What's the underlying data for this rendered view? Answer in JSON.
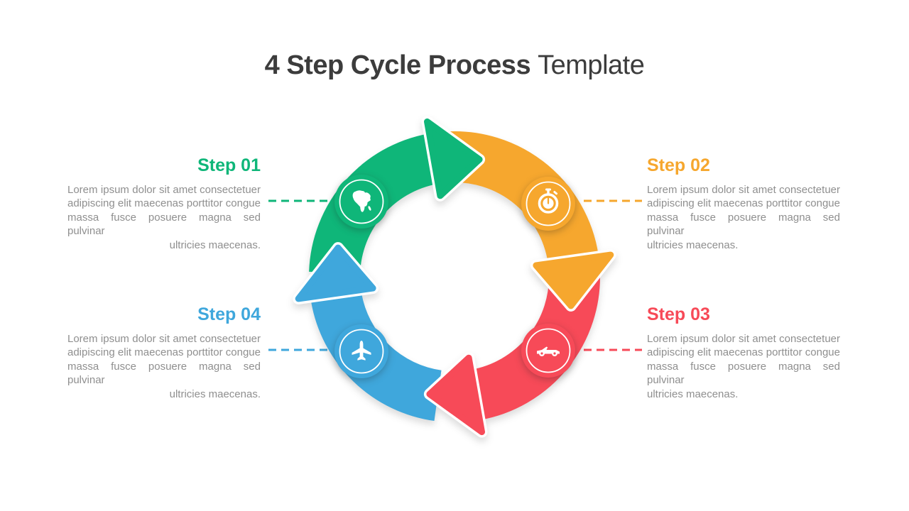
{
  "slide": {
    "title": {
      "bold": "4 Step Cycle Process",
      "regular": "Template"
    }
  },
  "colors": {
    "title": "#3c3c3c",
    "body": "#8f8f8f",
    "background": "#ffffff"
  },
  "description_lines": [
    "Lorem ipsum dolor sit amet consectetuer",
    "adipiscing elit maecenas porttitor congue",
    "massa fusce posuere magna sed pulvinar",
    "ultricies maecenas."
  ],
  "description": "Lorem ipsum dolor sit amet consectetuer adipiscing elit maecenas porttitor congue massa fusce posuere magna sed pulvinar ultricies maecenas.",
  "steps": [
    {
      "label": "Step 01",
      "color": "#0FB679",
      "icon": "africa-map-icon"
    },
    {
      "label": "Step 02",
      "color": "#F6A72E",
      "icon": "stopwatch-icon"
    },
    {
      "label": "Step 03",
      "color": "#F74A58",
      "icon": "car-icon"
    },
    {
      "label": "Step 04",
      "color": "#3FA7DC",
      "icon": "airplane-icon"
    }
  ]
}
